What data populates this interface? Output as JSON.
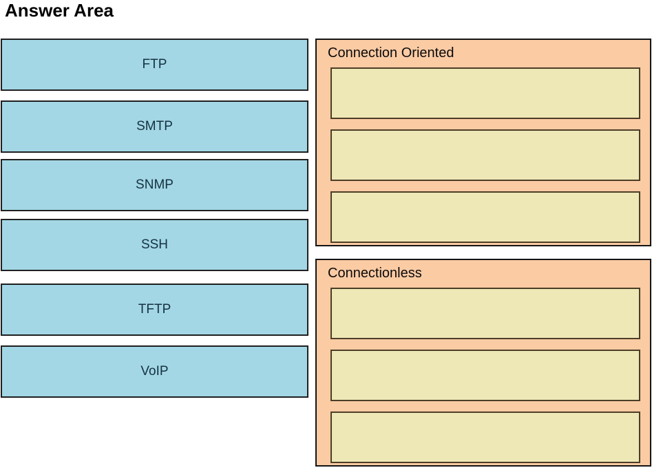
{
  "title": "Answer Area",
  "drag_items": [
    {
      "label": "FTP"
    },
    {
      "label": "SMTP"
    },
    {
      "label": "SNMP"
    },
    {
      "label": "SSH"
    },
    {
      "label": "TFTP"
    },
    {
      "label": "VoIP"
    }
  ],
  "drop_groups": [
    {
      "title": "Connection Oriented",
      "slot_count": 3,
      "slot_values": [
        "",
        "",
        ""
      ]
    },
    {
      "title": "Connectionless",
      "slot_count": 3,
      "slot_values": [
        "",
        "",
        ""
      ]
    }
  ],
  "colors": {
    "item_fill": "#A3D7E5",
    "item_border": "#1F1F1F",
    "item_text": "#15313F",
    "panel_fill": "#FBCBA4",
    "panel_border": "#141414",
    "slot_fill": "#EEE7B6",
    "slot_border": "#4C3D26",
    "header_text": "#0A0A0A",
    "title_text": "#000000"
  }
}
